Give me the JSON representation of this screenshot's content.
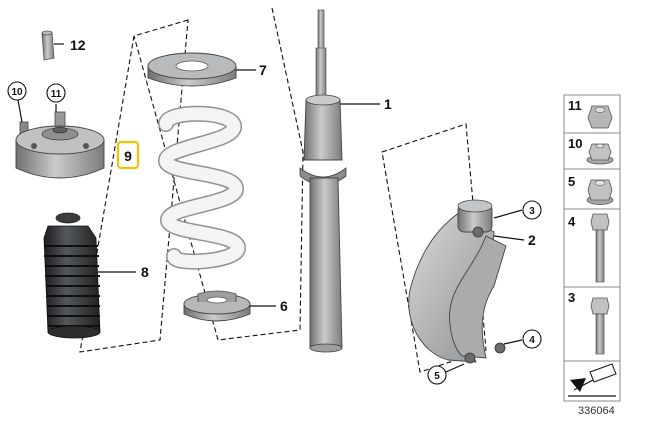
{
  "diagram": {
    "callouts": {
      "c1": "1",
      "c2": "2",
      "c3": "3",
      "c4": "4",
      "c5": "5",
      "c6": "6",
      "c7": "7",
      "c8": "8",
      "c9": "9",
      "c10": "10",
      "c11": "11",
      "c12": "12"
    },
    "fastener_table": [
      "11",
      "10",
      "5",
      "4",
      "3"
    ],
    "reference_number": "336064",
    "colors": {
      "highlight": "#f2c300",
      "part_gray": "#9a9c9e",
      "part_dark": "#2e3033",
      "spring": "#f2f2f2"
    }
  }
}
